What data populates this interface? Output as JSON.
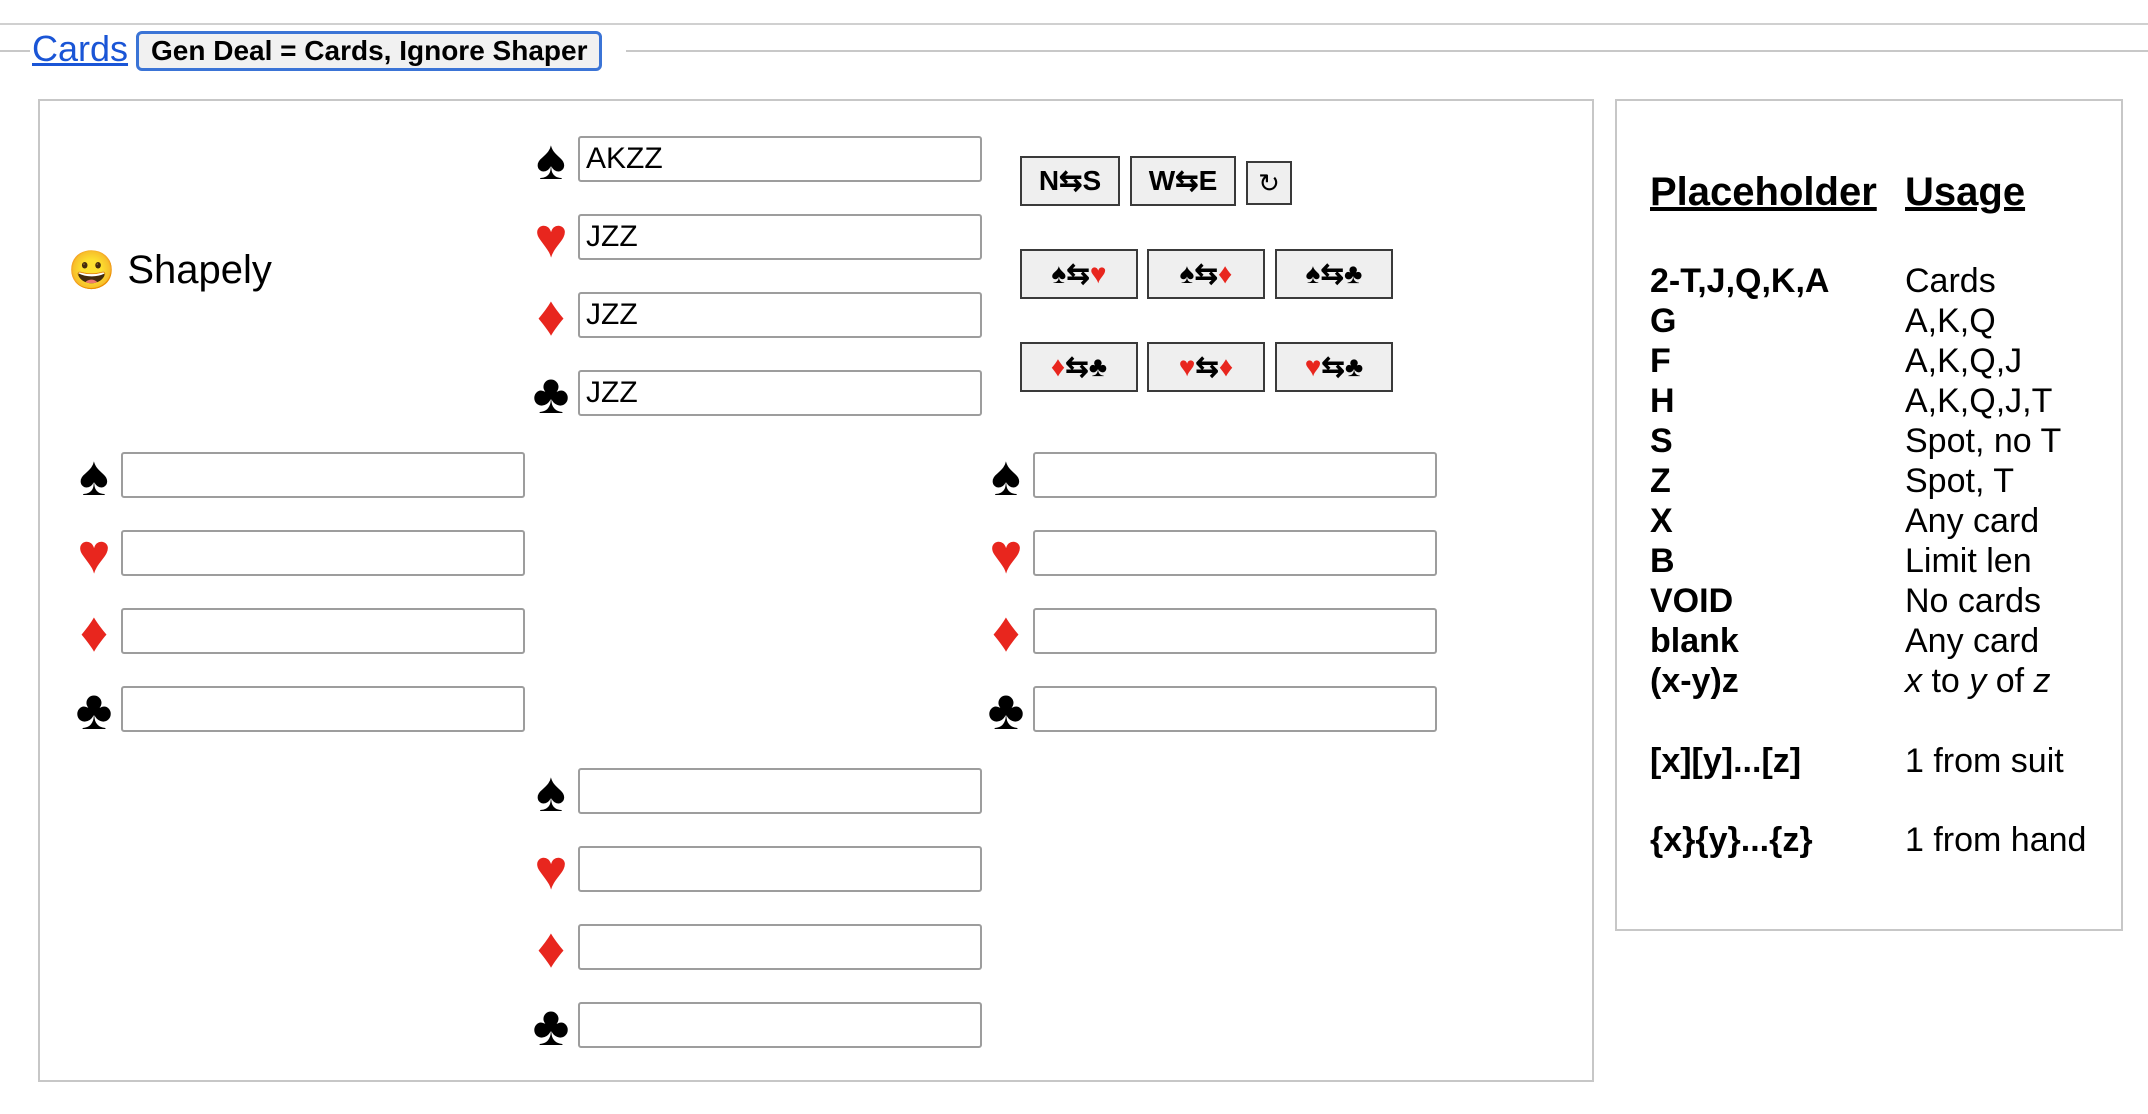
{
  "fieldset": {
    "legend_link": "Cards",
    "gen_button": "Gen Deal = Cards, Ignore Shaper"
  },
  "status": {
    "emoji": "😀",
    "label": "Shapely"
  },
  "suits": {
    "spade": "♠",
    "heart": "♥",
    "diamond": "♦",
    "club": "♣"
  },
  "hands": {
    "north": {
      "spades": "AKZZ",
      "hearts": "JZZ",
      "diamonds": "JZZ",
      "clubs": "JZZ"
    },
    "west": {
      "spades": "",
      "hearts": "",
      "diamonds": "",
      "clubs": ""
    },
    "east": {
      "spades": "",
      "hearts": "",
      "diamonds": "",
      "clubs": ""
    },
    "south": {
      "spades": "",
      "hearts": "",
      "diamonds": "",
      "clubs": ""
    }
  },
  "swap_buttons": {
    "ns": "N⇆S",
    "we": "W⇆E",
    "rotate": "↻",
    "arrow": "⇆"
  },
  "help": {
    "header_placeholder": "Placeholder",
    "header_usage": "Usage",
    "rows": [
      {
        "placeholder": "2-T,J,Q,K,A",
        "usage": "Cards"
      },
      {
        "placeholder": "G",
        "usage": "A,K,Q"
      },
      {
        "placeholder": "F",
        "usage": "A,K,Q,J"
      },
      {
        "placeholder": "H",
        "usage": "A,K,Q,J,T"
      },
      {
        "placeholder": "S",
        "usage": "Spot, no T"
      },
      {
        "placeholder": "Z",
        "usage": "Spot, T"
      },
      {
        "placeholder": "X",
        "usage": "Any card"
      },
      {
        "placeholder": "B",
        "usage": "Limit len"
      },
      {
        "placeholder": "VOID",
        "usage": "No cards"
      },
      {
        "placeholder": "blank",
        "usage": "Any card"
      },
      {
        "placeholder": "(x-y)z",
        "usage_parts": [
          "x",
          " to ",
          "y",
          " of ",
          "z"
        ]
      },
      {
        "placeholder": "[x][y]...[z]",
        "usage": "1 from suit"
      },
      {
        "placeholder": "{x}{y}...{z}",
        "usage": "1 from hand"
      }
    ]
  },
  "colors": {
    "red_suit": "#e8261e",
    "link": "#1a55d6",
    "focus_border": "#3b74d6"
  }
}
